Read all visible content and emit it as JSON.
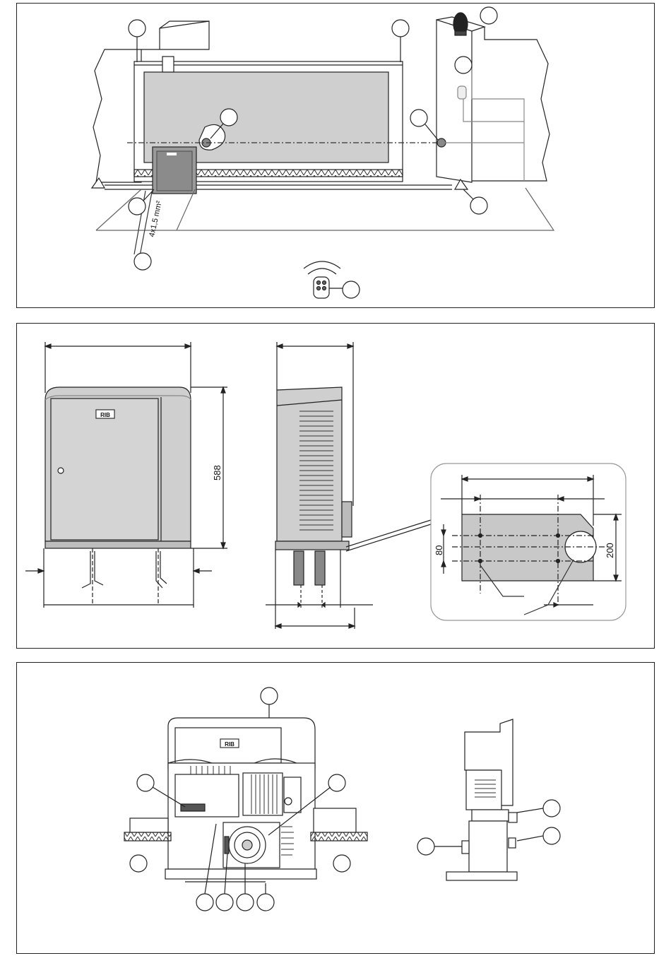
{
  "installation_view": {
    "cable_label": "4x1,5 mm²"
  },
  "dimensions_view": {
    "height_label": "588",
    "plate_depth_label": "80",
    "plate_width_label": "200"
  },
  "brand": {
    "logo_text": "RIB"
  }
}
